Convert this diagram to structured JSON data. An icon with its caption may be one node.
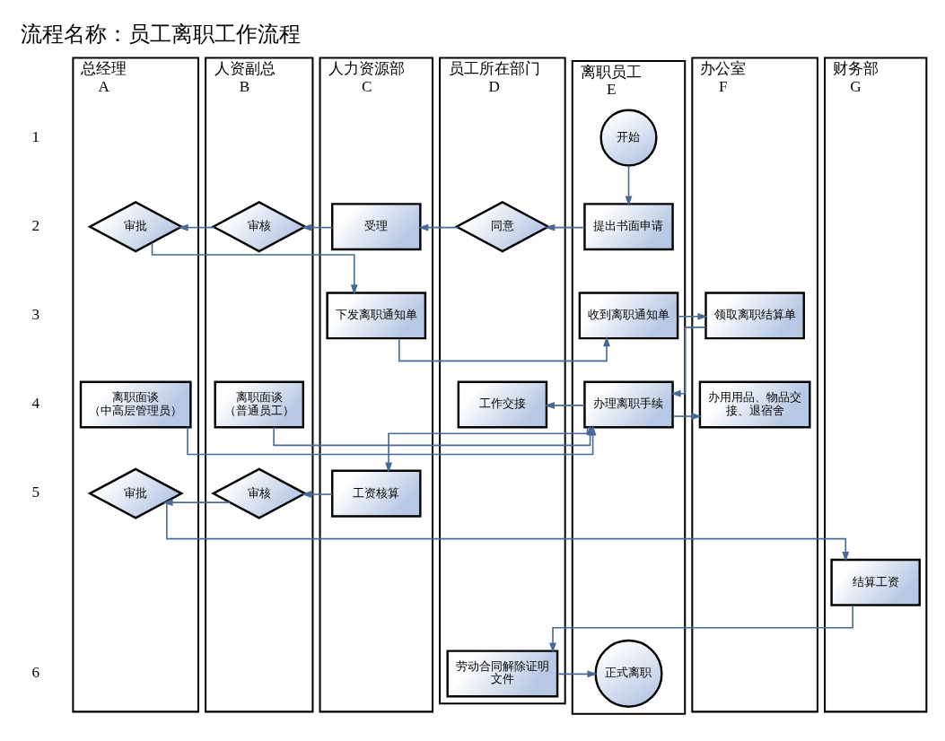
{
  "diagram": {
    "title": "流程名称：员工离职工作流程",
    "nodes": [
      {
        "text": [
          "总经理",
          "A"
        ]
      },
      {
        "text": [
          "人资副总",
          "B"
        ]
      },
      {
        "text": [
          "人力资源部",
          "C"
        ]
      },
      {
        "text": [
          "员工所在部门",
          "D"
        ]
      },
      {
        "text": [
          "离职员工",
          "E"
        ]
      },
      {
        "text": [
          "办公室",
          "F"
        ]
      },
      {
        "text": [
          "财务部",
          "G"
        ]
      },
      {
        "text": [
          "开始"
        ],
        "in": 4
      },
      {
        "text": [
          "审批"
        ],
        "in": 0
      },
      {
        "text": [
          "审核"
        ],
        "in": 1
      },
      {
        "text": [
          "受理"
        ],
        "in": 2
      },
      {
        "text": [
          "同意"
        ],
        "in": 3
      },
      {
        "text": [
          "提出书面申请"
        ],
        "in": 4
      },
      {
        "text": [
          "下发离职通知单"
        ],
        "in": 2
      },
      {
        "text": [
          "收到离职通知单"
        ],
        "in": 4
      },
      {
        "text": [
          "领取离职结算单"
        ],
        "in": 5
      },
      {
        "text": [
          "离职面谈（中高层管理员）"
        ],
        "in": 0
      },
      {
        "text": [
          "离职面谈（普通员工）"
        ],
        "in": 1
      },
      {
        "text": [
          "工作交接"
        ],
        "in": 3
      },
      {
        "text": [
          "办理离职手续"
        ],
        "in": 4
      },
      {
        "text": [
          "办用用品、物品交接、退宿舍"
        ],
        "in": 5
      },
      {
        "text": [
          "审批"
        ],
        "in": 0
      },
      {
        "text": [
          "审核"
        ],
        "in": 1
      },
      {
        "text": [
          "工资核算"
        ],
        "in": 2
      },
      {
        "text": [
          "结算工资"
        ],
        "in": 6
      },
      {
        "text": [
          "劳动合同解除证明文件"
        ],
        "in": 3
      },
      {
        "text": [
          "正式离职"
        ],
        "in": 4
      }
    ],
    "edges": [
      {
        "from": 7,
        "to": 12,
        "arrow": "to"
      },
      {
        "from": 12,
        "to": 11,
        "arrow": "to"
      },
      {
        "from": 11,
        "to": 10,
        "arrow": "to"
      },
      {
        "from": 10,
        "to": 9,
        "arrow": "to"
      },
      {
        "from": 9,
        "to": 8,
        "arrow": "to"
      },
      {
        "from": 8,
        "to": 13,
        "arrow": "to"
      },
      {
        "from": 13,
        "to": 14,
        "arrow": "to"
      },
      {
        "from": 14,
        "to": 15,
        "arrow": "to"
      },
      {
        "from": 15,
        "to": 19,
        "arrow": "to"
      },
      {
        "from": 19,
        "to": 18,
        "arrow": "to"
      },
      {
        "from": 19,
        "to": 20,
        "arrow": "to"
      },
      {
        "from": 16,
        "to": 19,
        "arrow": "to"
      },
      {
        "from": 17,
        "to": 19,
        "arrow": "to"
      },
      {
        "from": 19,
        "to": 23,
        "arrow": "to"
      },
      {
        "from": 23,
        "to": 22,
        "arrow": "to"
      },
      {
        "from": 22,
        "to": 21,
        "arrow": "to"
      },
      {
        "from": 21,
        "to": 24,
        "arrow": "to"
      },
      {
        "from": 24,
        "to": 25,
        "arrow": "to"
      },
      {
        "from": 25,
        "to": 26,
        "arrow": "to"
      }
    ],
    "labels": [
      "1",
      "2",
      "3",
      "4",
      "5",
      "6"
    ]
  }
}
